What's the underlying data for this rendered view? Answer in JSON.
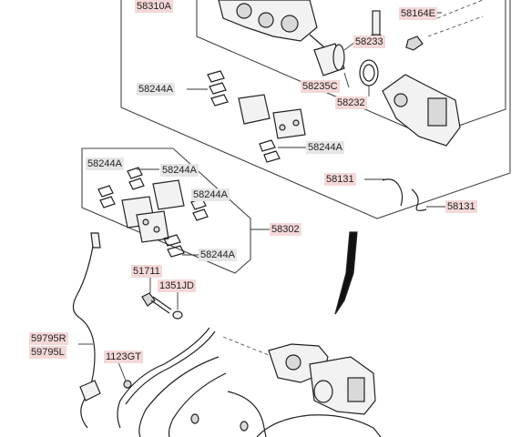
{
  "labels": {
    "p58310A": "58310A",
    "p58164E": "58164E",
    "p58233": "58233",
    "p58235C": "58235C",
    "p58232": "58232",
    "p58244A_top": "58244A",
    "p58244A_right": "58244A",
    "p58131_left": "58131",
    "p58131_right": "58131",
    "p58244A_inner1": "58244A",
    "p58244A_inner2": "58244A",
    "p58244A_inner3": "58244A",
    "p58244A_inner4": "58244A",
    "p58302": "58302",
    "p51711": "51711",
    "p1351JD": "1351JD",
    "p59795R": "59795R",
    "p59795L": "59795L",
    "p1123GT": "1123GT"
  }
}
